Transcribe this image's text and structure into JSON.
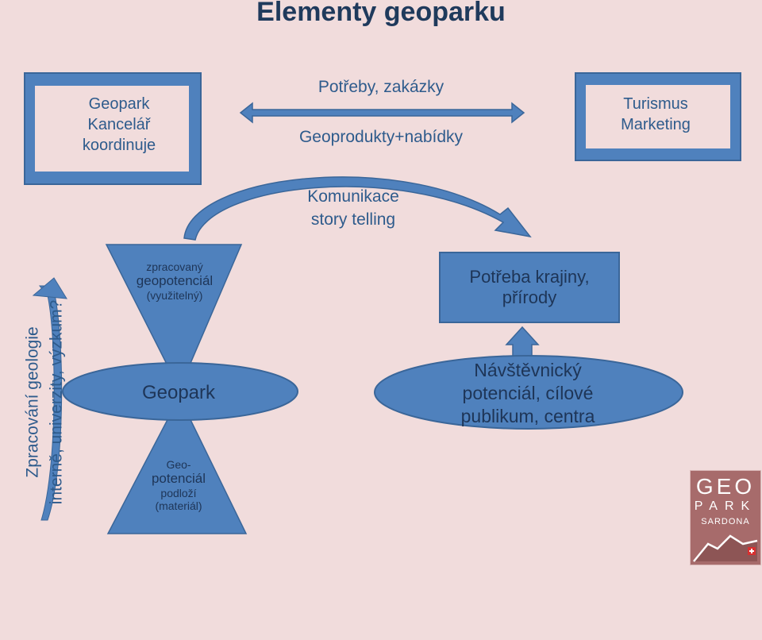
{
  "title": "Elementy geoparku",
  "office": {
    "line1": "Geopark",
    "line2": "Kancelář",
    "line3": "koordinuje"
  },
  "tourism": {
    "line1": "Turismus",
    "line2": "Marketing"
  },
  "arrow_top": {
    "line1": "Potřeby, zakázky",
    "line2": "Geoprodukty+nabídky"
  },
  "communication": {
    "line1": "Komunikace",
    "line2": "story telling"
  },
  "side_text": {
    "line1": "Zpracování geologie",
    "line2": "interně, univerzity, výzkum?"
  },
  "hourglass": {
    "top": {
      "line1": "zpracovaný",
      "line2": "geopotenciál",
      "line3": "(využitelný)"
    },
    "center": "Geopark",
    "bottom": {
      "line1": "Geo-",
      "line2": "potenciál",
      "line3": "podloží",
      "line4": "(materiál)"
    }
  },
  "landscape_need": {
    "line1": "Potřeba krajiny,",
    "line2": "přírody"
  },
  "visitor_potential": {
    "line1": "Návštěvnický",
    "line2": "potenciál, cílové",
    "line3": "publikum, centra"
  },
  "logo": {
    "line1": "GEO",
    "line2": "PARK",
    "line3": "SARDONA"
  },
  "colors": {
    "background": "#f1dcdc",
    "box_fill": "#4f81bd",
    "box_border": "#3a6699",
    "text_blue": "#2e5b8c"
  }
}
